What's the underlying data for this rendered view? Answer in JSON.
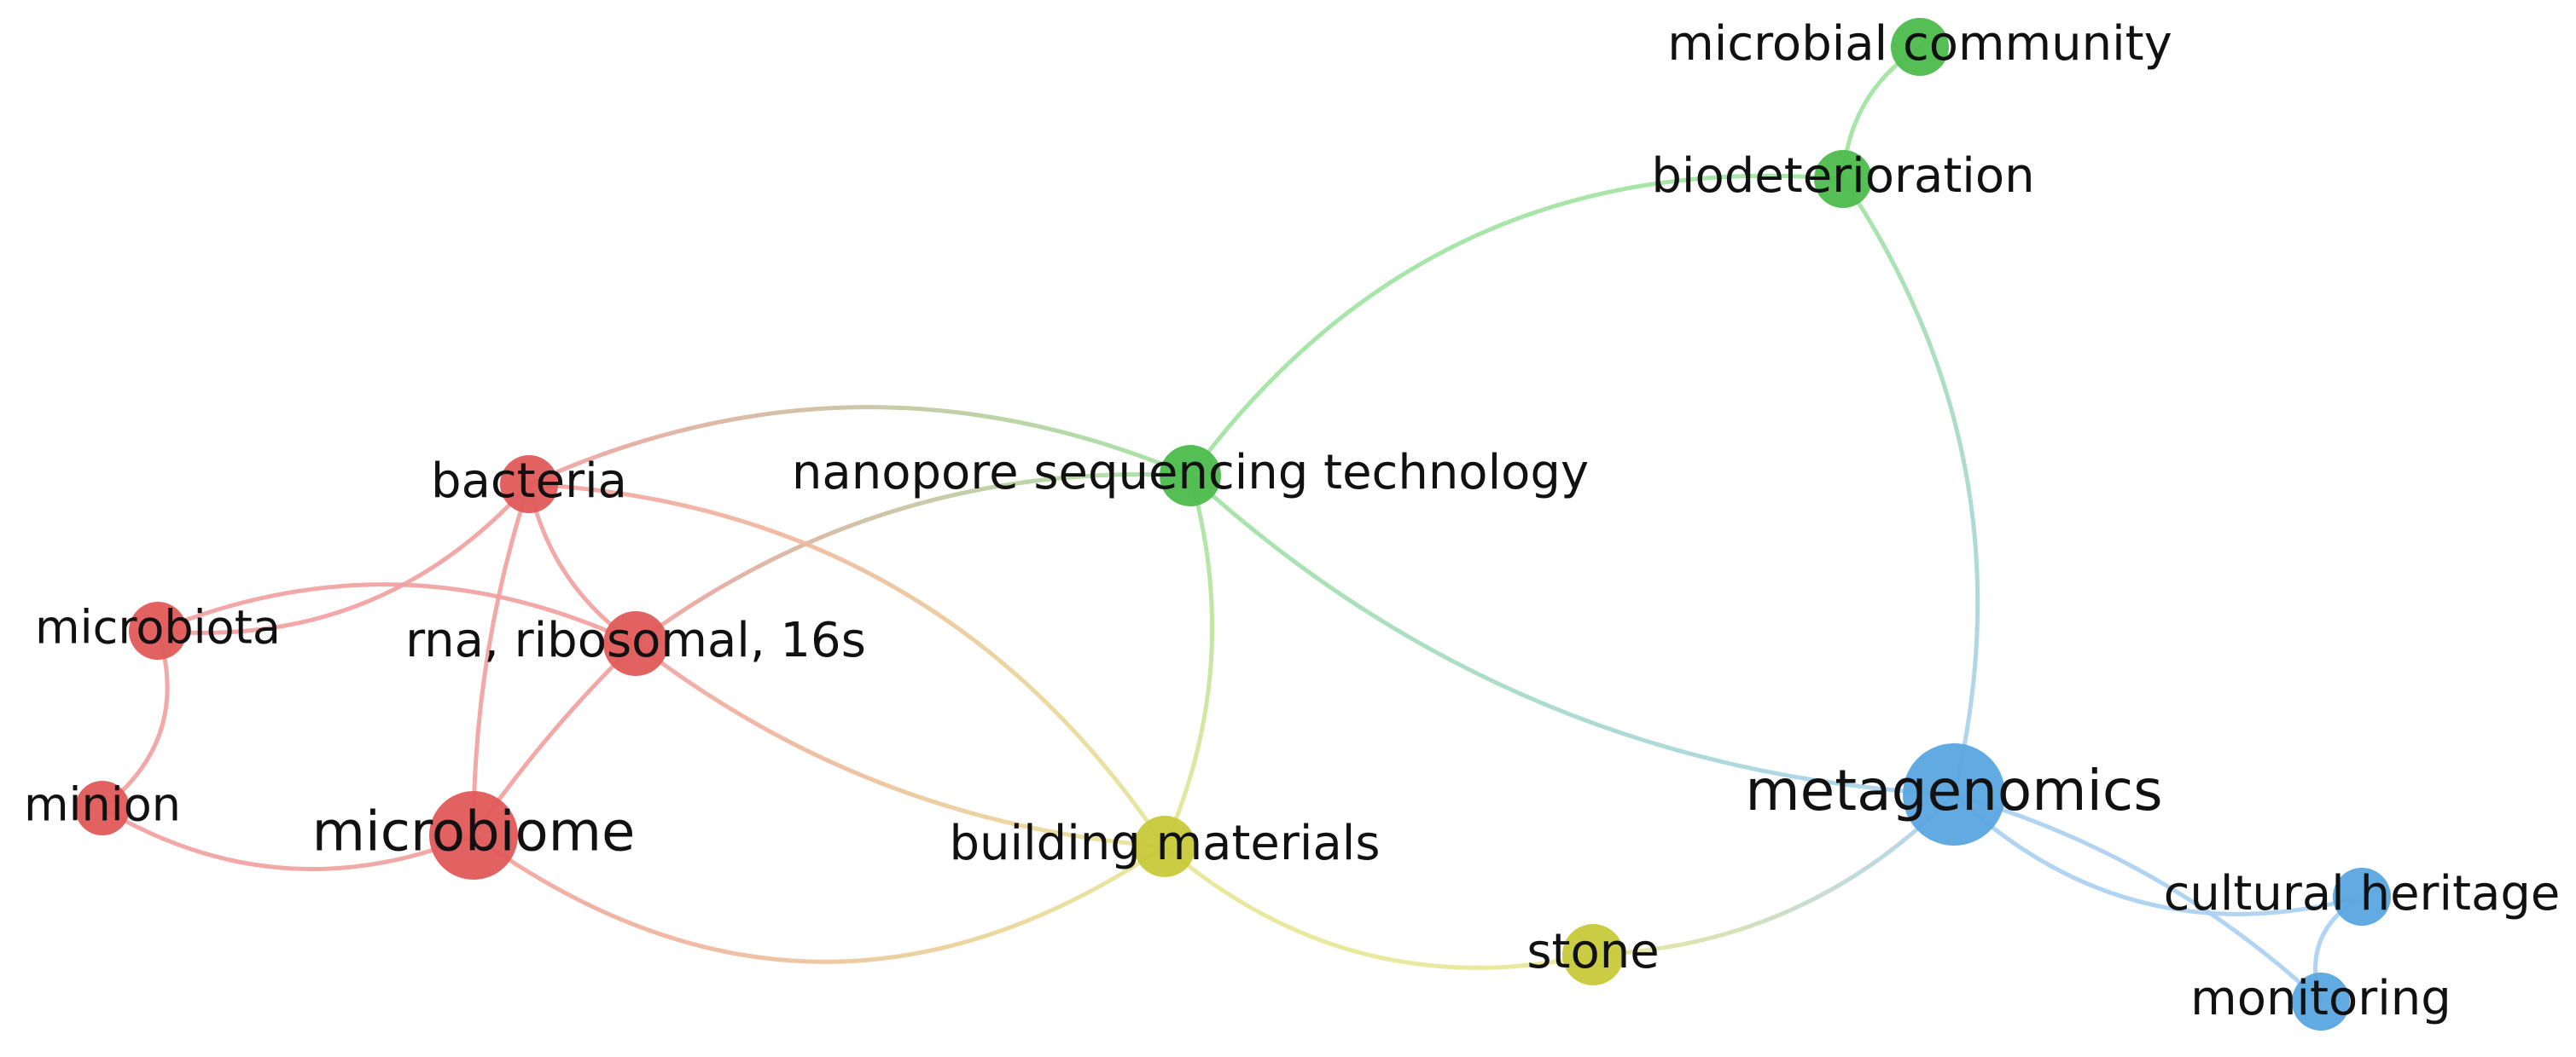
{
  "clusters": {
    "red": {
      "color": "#e05a5a",
      "edge": "#f29e9e"
    },
    "green": {
      "color": "#4cbc4c",
      "edge": "#9ee29e"
    },
    "blue": {
      "color": "#5aa5e0",
      "edge": "#a9cff2"
    },
    "yellow": {
      "color": "#c7c93a",
      "edge": "#e6e694"
    }
  },
  "nodes": [
    {
      "id": "microbial-community",
      "label": "microbial community",
      "cluster": "green",
      "weight": 1
    },
    {
      "id": "biodeterioration",
      "label": "biodeterioration",
      "cluster": "green",
      "weight": 1.2
    },
    {
      "id": "nanopore-sequencing-technology",
      "label": "nanopore sequencing technology",
      "cluster": "green",
      "weight": 1.3
    },
    {
      "id": "bacteria",
      "label": "bacteria",
      "cluster": "red",
      "weight": 1.2
    },
    {
      "id": "microbiota",
      "label": "microbiota",
      "cluster": "red",
      "weight": 1.2
    },
    {
      "id": "rna-ribosomal-16s",
      "label": "rna, ribosomal, 16s",
      "cluster": "red",
      "weight": 1.4
    },
    {
      "id": "minion",
      "label": "minion",
      "cluster": "red",
      "weight": 1.1
    },
    {
      "id": "microbiome",
      "label": "microbiome",
      "cluster": "red",
      "weight": 2.0
    },
    {
      "id": "building-materials",
      "label": "building materials",
      "cluster": "yellow",
      "weight": 1.3
    },
    {
      "id": "stone",
      "label": "stone",
      "cluster": "yellow",
      "weight": 1.3
    },
    {
      "id": "metagenomics",
      "label": "metagenomics",
      "cluster": "blue",
      "weight": 2.2
    },
    {
      "id": "cultural-heritage",
      "label": "cultural heritage",
      "cluster": "blue",
      "weight": 1.2
    },
    {
      "id": "monitoring",
      "label": "monitoring",
      "cluster": "blue",
      "weight": 1.2
    }
  ],
  "edges": [
    [
      "microbial-community",
      "biodeterioration"
    ],
    [
      "biodeterioration",
      "nanopore-sequencing-technology"
    ],
    [
      "biodeterioration",
      "metagenomics"
    ],
    [
      "nanopore-sequencing-technology",
      "metagenomics"
    ],
    [
      "nanopore-sequencing-technology",
      "building-materials"
    ],
    [
      "nanopore-sequencing-technology",
      "rna-ribosomal-16s"
    ],
    [
      "nanopore-sequencing-technology",
      "bacteria"
    ],
    [
      "bacteria",
      "microbiota"
    ],
    [
      "bacteria",
      "rna-ribosomal-16s"
    ],
    [
      "bacteria",
      "microbiome"
    ],
    [
      "bacteria",
      "building-materials"
    ],
    [
      "microbiota",
      "rna-ribosomal-16s"
    ],
    [
      "microbiota",
      "minion"
    ],
    [
      "minion",
      "microbiome"
    ],
    [
      "rna-ribosomal-16s",
      "microbiome"
    ],
    [
      "rna-ribosomal-16s",
      "building-materials"
    ],
    [
      "microbiome",
      "building-materials"
    ],
    [
      "building-materials",
      "stone"
    ],
    [
      "stone",
      "metagenomics"
    ],
    [
      "metagenomics",
      "cultural-heritage"
    ],
    [
      "metagenomics",
      "monitoring"
    ],
    [
      "cultural-heritage",
      "monitoring"
    ]
  ]
}
